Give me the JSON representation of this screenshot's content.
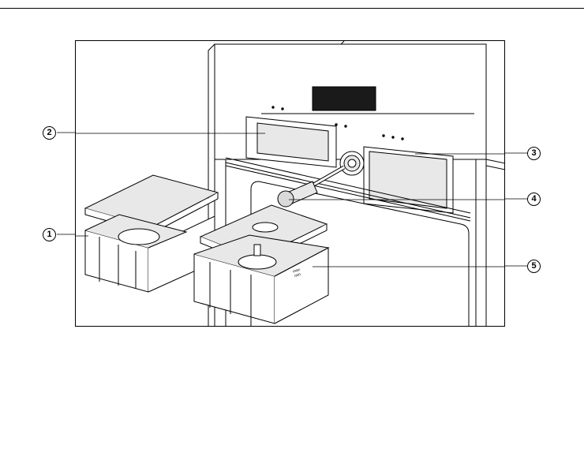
{
  "callouts": [
    {
      "id": "1",
      "label": "1"
    },
    {
      "id": "2",
      "label": "2"
    },
    {
      "id": "3",
      "label": "3"
    },
    {
      "id": "4",
      "label": "4"
    },
    {
      "id": "5",
      "label": "5"
    }
  ],
  "tank_marking": {
    "line1": "max",
    "line2": "min"
  },
  "colors": {
    "line": "#000000",
    "fill_light": "#e8e8e8",
    "fill_white": "#ffffff",
    "display": "#1a1a1a",
    "plug": "#d9d9d9"
  }
}
